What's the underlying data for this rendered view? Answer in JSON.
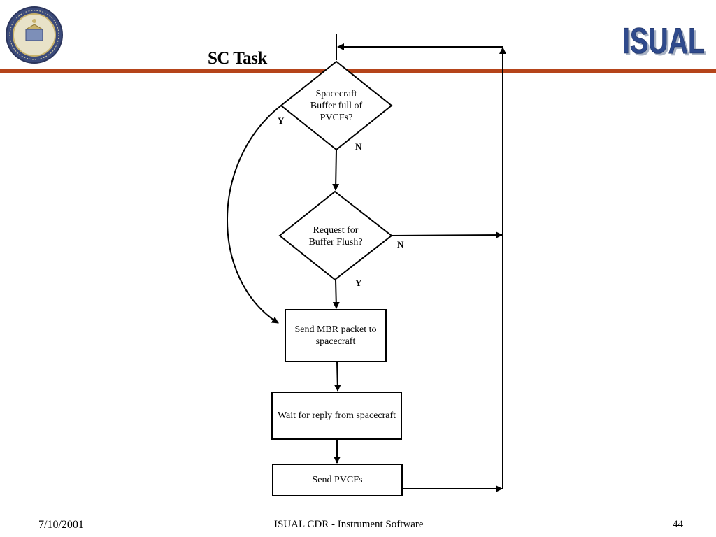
{
  "header": {
    "title": "SC Task",
    "logo_text": "ISUAL",
    "rule_color": "#b5441a"
  },
  "flowchart": {
    "nodes": [
      {
        "id": "buffer-full",
        "shape": "diamond",
        "label": "Spacecraft Buffer full of PVCFs?"
      },
      {
        "id": "flush-request",
        "shape": "diamond",
        "label": "Request for Buffer Flush?"
      },
      {
        "id": "send-mbr",
        "shape": "rect",
        "label": "Send MBR packet to spacecraft"
      },
      {
        "id": "wait-reply",
        "shape": "rect",
        "label": "Wait for reply from spacecraft"
      },
      {
        "id": "send-pvcfs",
        "shape": "rect",
        "label": "Send PVCFs"
      }
    ],
    "edges": [
      {
        "from": "buffer-full",
        "to": "send-mbr",
        "label": "Y"
      },
      {
        "from": "buffer-full",
        "to": "flush-request",
        "label": "N"
      },
      {
        "from": "flush-request",
        "to": "send-mbr",
        "label": "Y"
      },
      {
        "from": "flush-request",
        "to": "loop-return",
        "label": "N"
      },
      {
        "from": "send-mbr",
        "to": "wait-reply",
        "label": ""
      },
      {
        "from": "wait-reply",
        "to": "send-pvcfs",
        "label": ""
      },
      {
        "from": "send-pvcfs",
        "to": "loop-return",
        "label": ""
      }
    ]
  },
  "footer": {
    "date": "7/10/2001",
    "center": "ISUAL CDR - Instrument Software",
    "page": "44"
  }
}
